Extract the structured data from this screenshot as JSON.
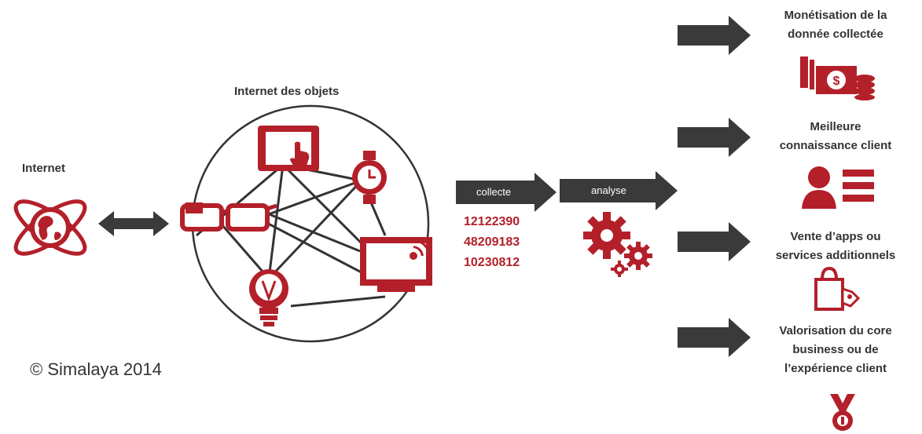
{
  "colors": {
    "accent": "#b3202a",
    "arrow": "#3a3a3a",
    "text": "#333333"
  },
  "internet": {
    "label": "Internet",
    "icon": "globe-icon"
  },
  "iot": {
    "title": "Internet des objets",
    "devices": [
      "tablet-touch-icon",
      "smartwatch-icon",
      "smart-glasses-icon",
      "connected-screen-icon",
      "lightbulb-icon"
    ]
  },
  "collecte": {
    "label": "collecte",
    "codes": [
      "12122390",
      "48209183",
      "10230812"
    ]
  },
  "analyse": {
    "label": "analyse",
    "icon": "gears-icon"
  },
  "outcomes": [
    {
      "lines": [
        "Monétisation de la",
        "donnée collectée"
      ],
      "icon": "money-icon"
    },
    {
      "lines": [
        "Meilleure",
        "connaissance client"
      ],
      "icon": "customer-profile-icon"
    },
    {
      "lines": [
        "Vente d’apps ou",
        "services additionnels"
      ],
      "icon": "shopping-bag-icon"
    },
    {
      "lines": [
        "Valorisation du core",
        "business ou de",
        "l’expérience client"
      ],
      "icon": "medal-icon"
    }
  ],
  "copyright": "© Simalaya 2014"
}
